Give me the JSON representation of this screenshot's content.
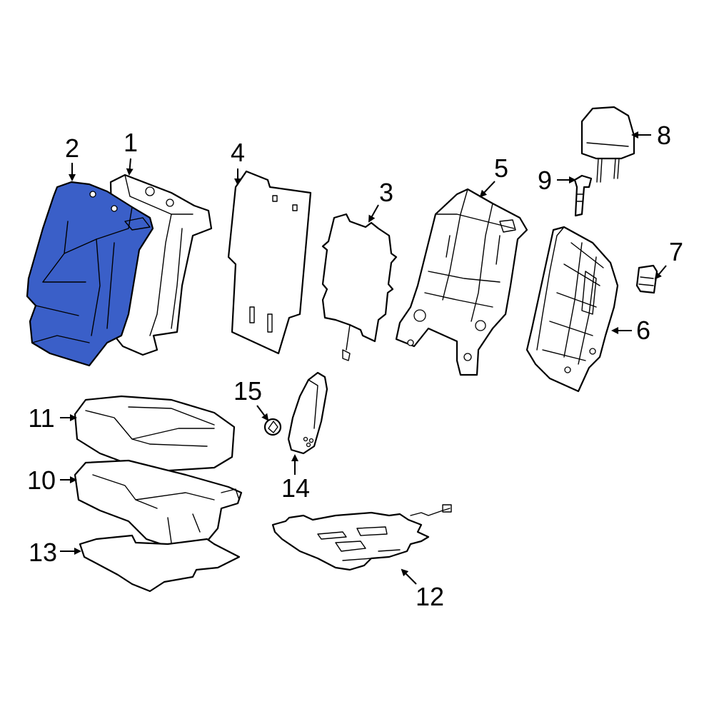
{
  "diagram": {
    "highlight_color": "#3a5fc8",
    "highlighted_part": "2",
    "callouts": [
      {
        "id": "c1",
        "label": "1"
      },
      {
        "id": "c2",
        "label": "2"
      },
      {
        "id": "c3",
        "label": "3"
      },
      {
        "id": "c4",
        "label": "4"
      },
      {
        "id": "c5",
        "label": "5"
      },
      {
        "id": "c6",
        "label": "6"
      },
      {
        "id": "c7",
        "label": "7"
      },
      {
        "id": "c8",
        "label": "8"
      },
      {
        "id": "c9",
        "label": "9"
      },
      {
        "id": "c10",
        "label": "10"
      },
      {
        "id": "c11",
        "label": "11"
      },
      {
        "id": "c12",
        "label": "12"
      },
      {
        "id": "c13",
        "label": "13"
      },
      {
        "id": "c14",
        "label": "14"
      },
      {
        "id": "c15",
        "label": "15"
      }
    ]
  }
}
